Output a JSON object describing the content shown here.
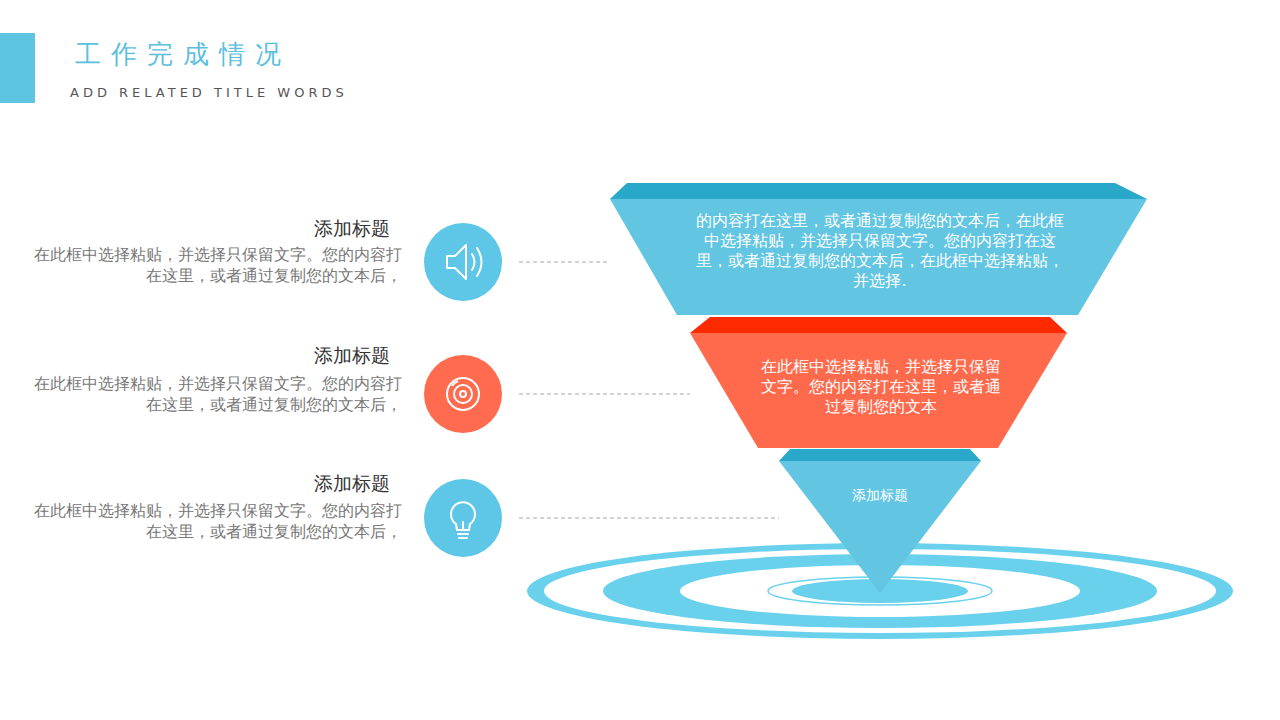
{
  "diagram": {
    "title": "工作完成情况",
    "nodes": [
      {
        "text": [
          "添加标题",
          "在此框中选择粘贴，并选择只保留文字。您的内容打在这里，或者通过复制您的文本后，"
        ]
      },
      {
        "text": [
          "添加标题",
          "在此框中选择粘贴，并选择只保留文字。您的内容打在这里，或者通过复制您的文本后，"
        ]
      },
      {
        "text": [
          "添加标题",
          "在此框中选择粘贴，并选择只保留文字。您的内容打在这里，或者通过复制您的文本后，"
        ]
      },
      {
        "text": [
          "的内容打在这里，或者通过复制您的文本后，在此框中选择粘贴，并选择只保留文字。您的内容打在这里，或者通过复制您的文本后，在此框中选择粘贴，并选择."
        ]
      },
      {
        "text": [
          "在此框中选择粘贴，并选择只保留文字。您的内容打在这里，或者通过复制您的文本"
        ]
      },
      {
        "text": [
          "添加标题"
        ]
      }
    ],
    "edges": [
      {
        "from": 0,
        "to": 3,
        "arrow": "none"
      },
      {
        "from": 1,
        "to": 4,
        "arrow": "none"
      },
      {
        "from": 2,
        "to": 5,
        "arrow": "none"
      }
    ],
    "labels": [
      "ADD RELATED TITLE WORDS"
    ]
  }
}
